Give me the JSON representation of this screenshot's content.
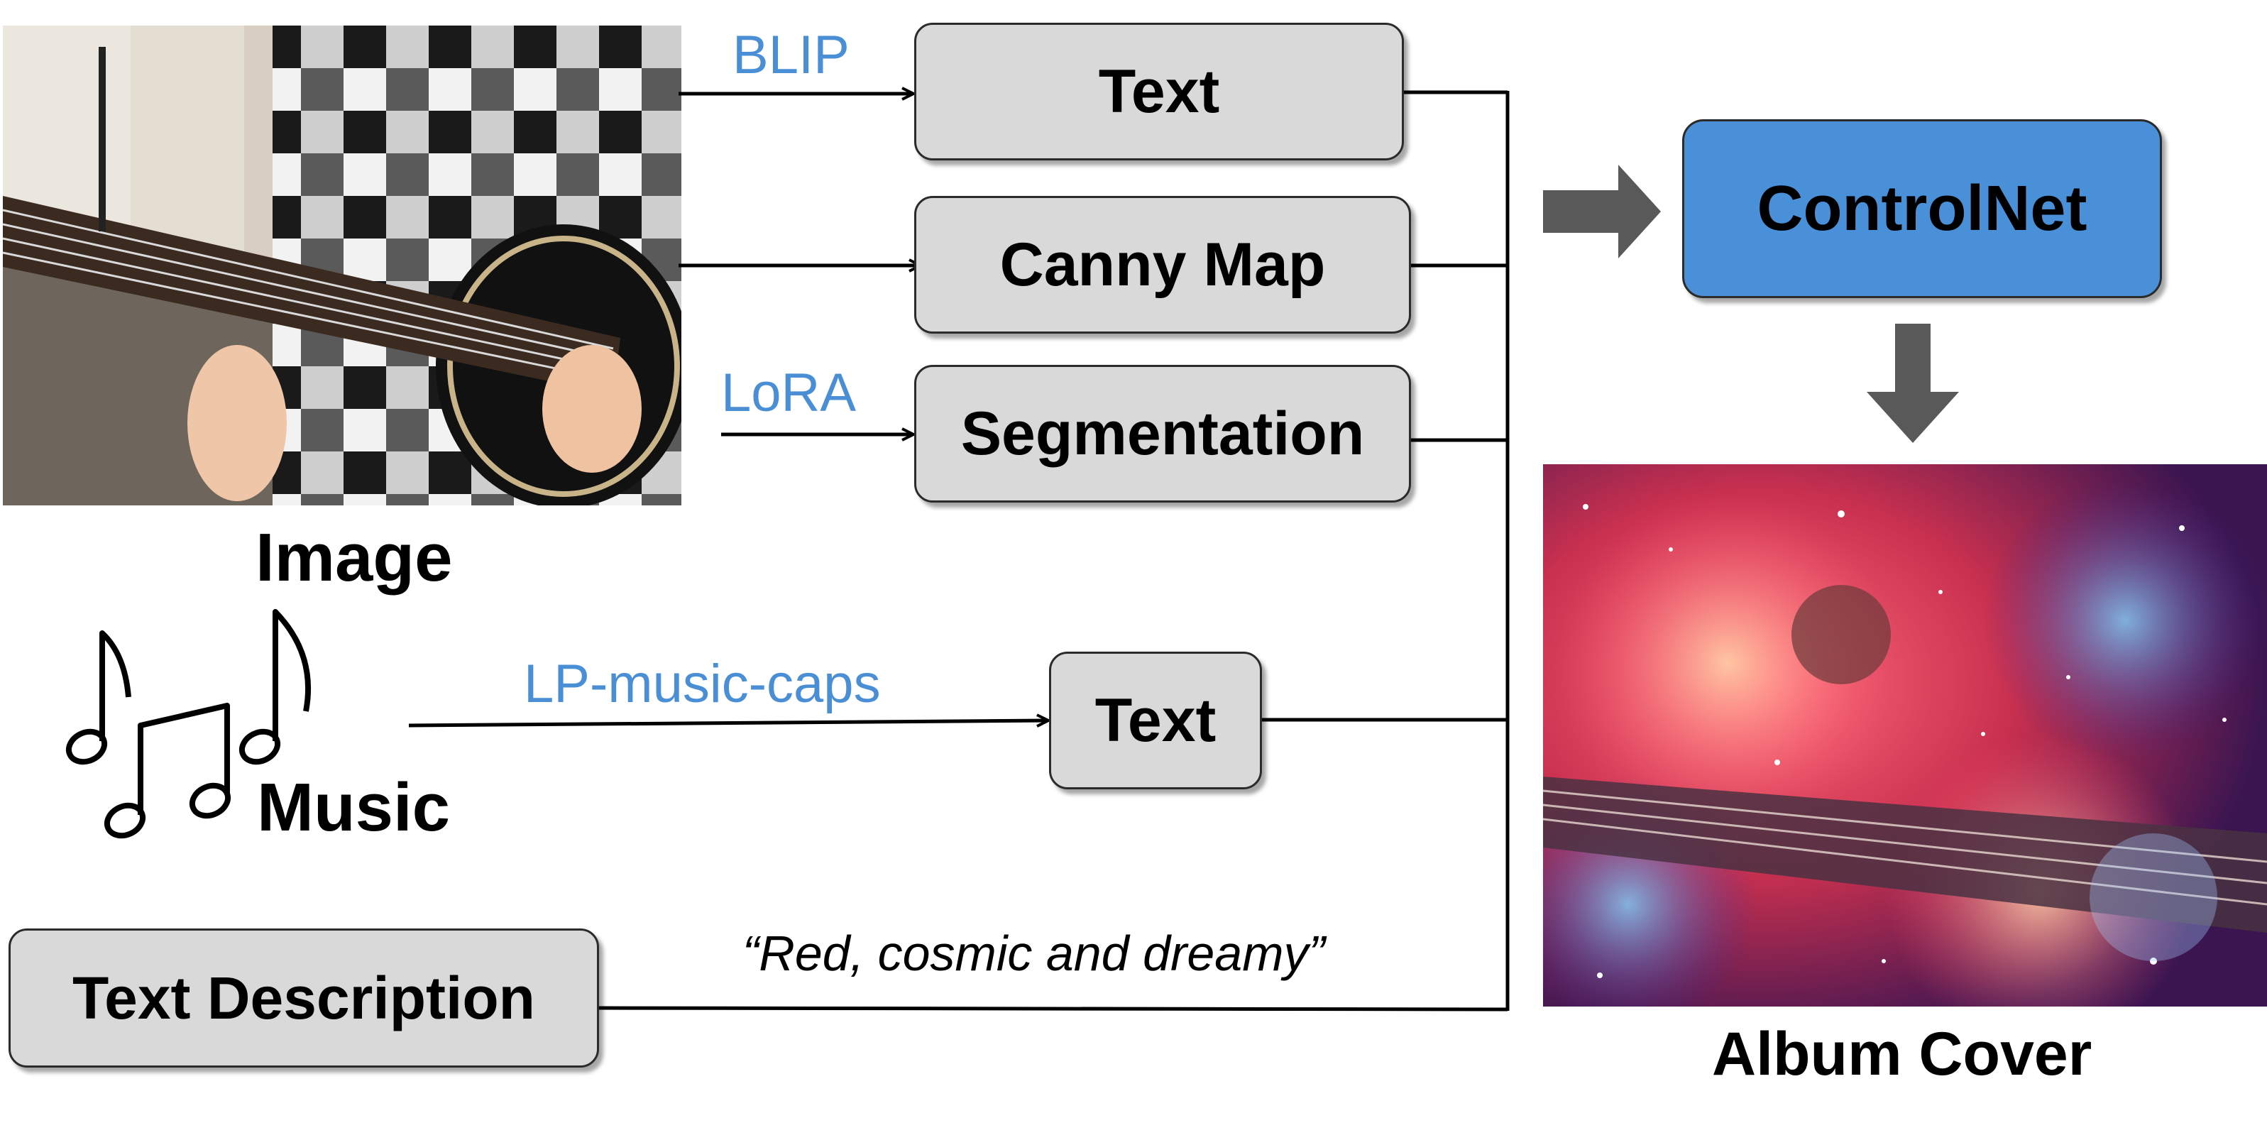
{
  "inputs": {
    "image_label": "Image",
    "music_label": "Music",
    "text_description_label": "Text Description"
  },
  "methods": {
    "blip": "BLIP",
    "lora": "LoRA",
    "lp_music_caps": "LP-music-caps"
  },
  "boxes": {
    "text_from_image": "Text",
    "canny_map": "Canny Map",
    "segmentation": "Segmentation",
    "text_from_music": "Text",
    "controlnet": "ControlNet"
  },
  "prompt_example": "“Red, cosmic and dreamy”",
  "output_label": "Album Cover",
  "colors": {
    "box_gray": "#d9d9d9",
    "controlnet_blue": "#4a90d9",
    "method_label_blue": "#4a8fd6",
    "thick_arrow_gray": "#595959"
  },
  "icons": [
    "guitar-photo",
    "music-notes-icon",
    "album-cover-art"
  ]
}
